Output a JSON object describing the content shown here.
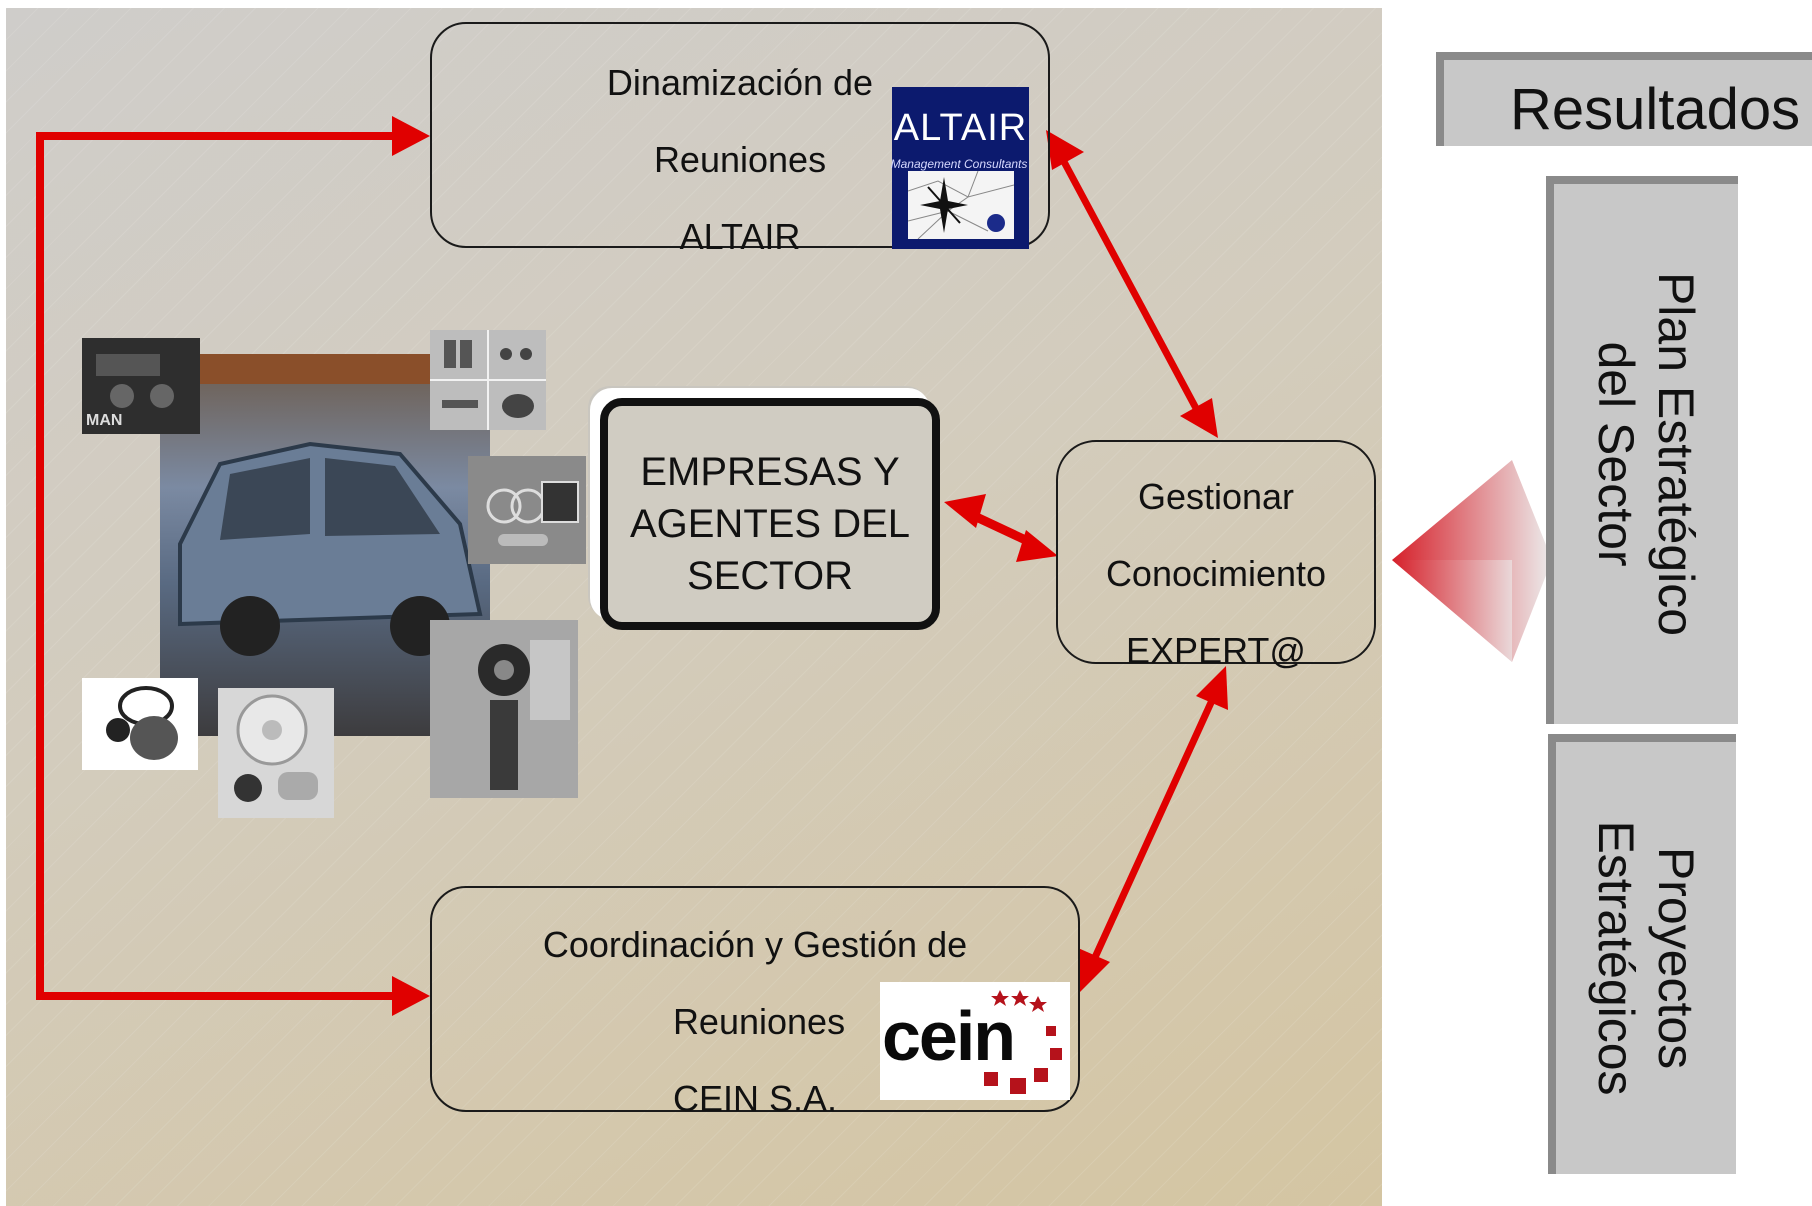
{
  "boxes": {
    "top": {
      "lines": [
        "Dinamización de",
        "Reuniones",
        "ALTAIR"
      ]
    },
    "bottom": {
      "lines": [
        "Coordinación y Gestión de",
        "Reuniones",
        "CEIN S.A."
      ]
    },
    "right": {
      "lines": [
        "Gestionar",
        "Conocimiento",
        "EXPERT@"
      ]
    },
    "center": {
      "lines": [
        "EMPRESAS Y",
        "AGENTES DEL",
        "SECTOR"
      ]
    }
  },
  "logos": {
    "altair": {
      "name": "ALTAIR",
      "tagline": "Management Consultants"
    },
    "cein": {
      "name": "cein"
    }
  },
  "photos": {
    "man_badge": "MAN"
  },
  "results": {
    "heading": "Resultados",
    "items": [
      {
        "lines": [
          "Plan Estratégico",
          "del Sector"
        ]
      },
      {
        "lines": [
          "Proyectos",
          "Estratégicos"
        ]
      }
    ]
  },
  "colors": {
    "arrow": "#e00000",
    "panel": "#d3ccbd",
    "label_bg": "#c8c8c8",
    "altair_blue": "#0c1a6e",
    "cein_red": "#b5121b"
  }
}
